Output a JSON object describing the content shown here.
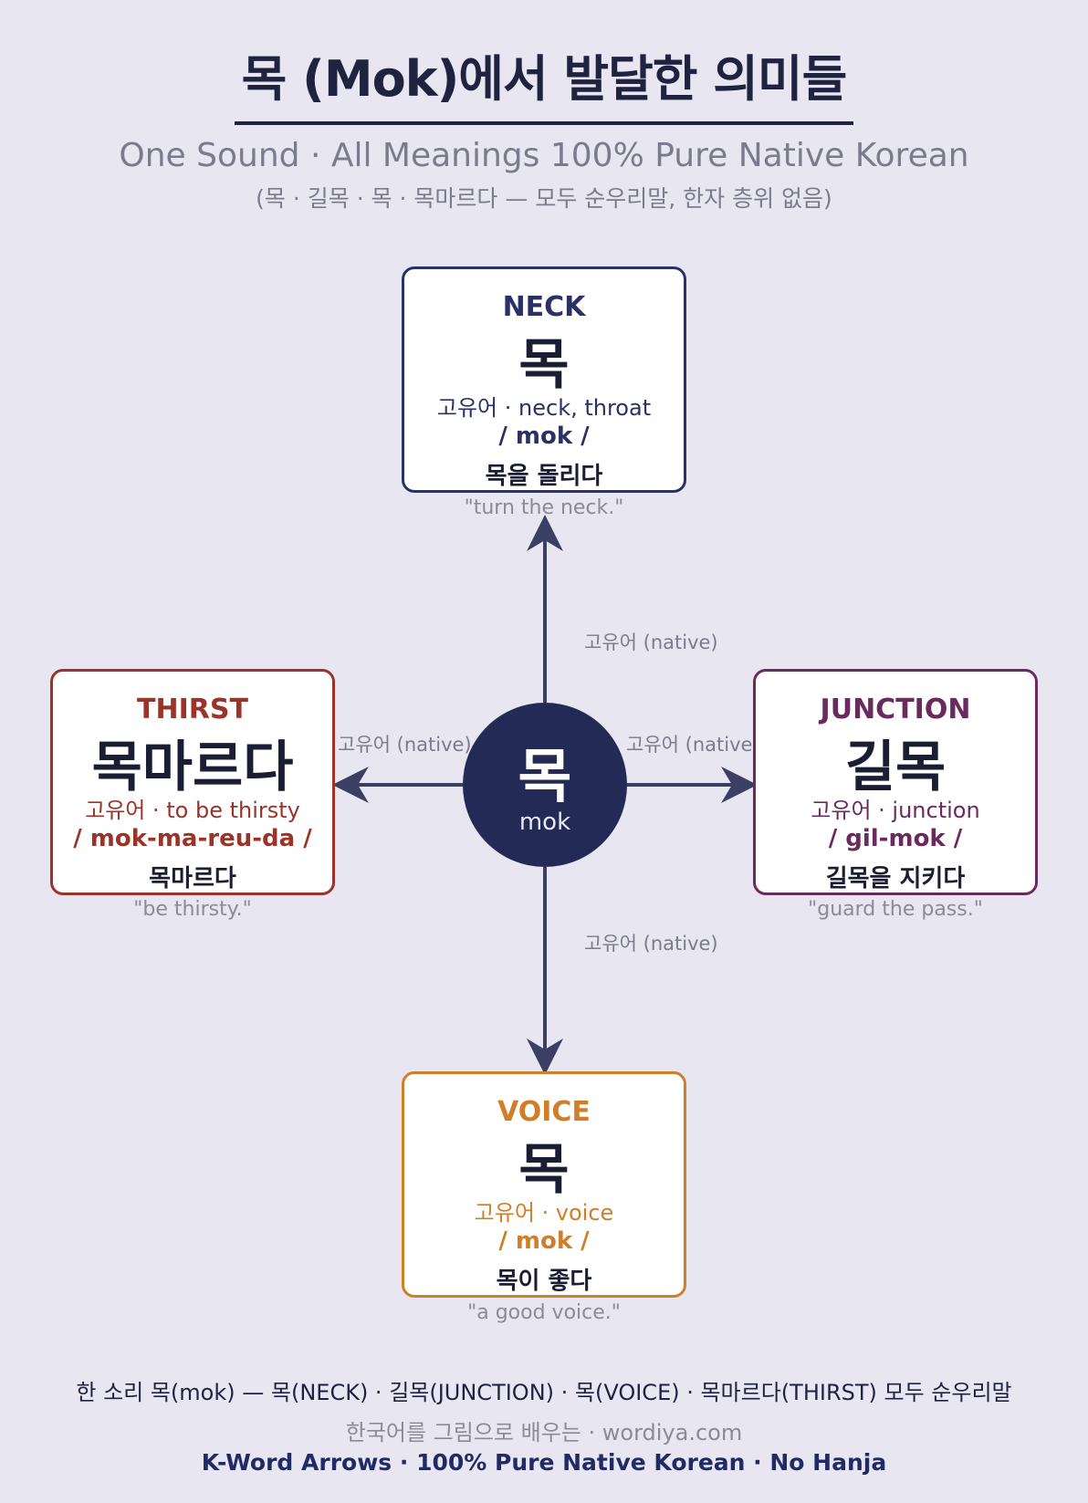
{
  "title": "목 (Mok)에서 발달한 의미들",
  "subtitle": "One Sound · All Meanings 100% Pure Native Korean",
  "subtitle2": "(목 · 길목 · 목 · 목마르다 — 모두 순우리말, 한자 층위 없음)",
  "hub": {
    "word": "목",
    "romanization": "mok"
  },
  "edge_label": "고유어 (native)",
  "nodes": {
    "neck": {
      "label": "NECK",
      "word": "목",
      "gloss": "고유어 · neck, throat",
      "romanization": "/ mok /",
      "example": "목을 돌리다",
      "translation": "\"turn the neck.\"",
      "color": "#2a3166"
    },
    "thirst": {
      "label": "THIRST",
      "word": "목마르다",
      "gloss": "고유어 · to be thirsty",
      "romanization": "/ mok-ma-reu-da /",
      "example": "목마르다",
      "translation": "\"be thirsty.\"",
      "color": "#9a3328"
    },
    "junction": {
      "label": "JUNCTION",
      "word": "길목",
      "gloss": "고유어 · junction",
      "romanization": "/ gil-mok /",
      "example": "길목을 지키다",
      "translation": "\"guard the pass.\"",
      "color": "#6a2a5e"
    },
    "voice": {
      "label": "VOICE",
      "word": "목",
      "gloss": "고유어 · voice",
      "romanization": "/ mok /",
      "example": "목이 좋다",
      "translation": "\"a good voice.\"",
      "color": "#cf7f2a"
    }
  },
  "footer": {
    "line1": "한 소리 목(mok) — 목(NECK) · 길목(JUNCTION) · 목(VOICE) · 목마르다(THIRST) 모두 순우리말",
    "line2": "한국어를 그림으로 배우는 · wordiya.com",
    "line3": "K-Word Arrows · 100% Pure Native Korean · No Hanja"
  }
}
